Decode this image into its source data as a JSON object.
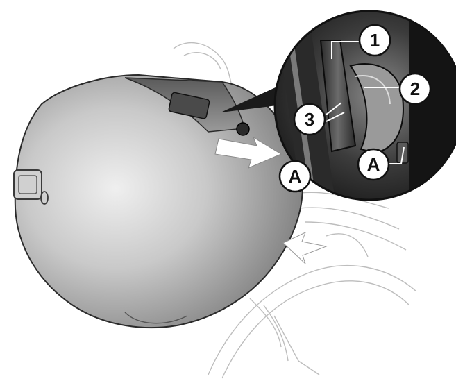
{
  "callouts": {
    "one": "1",
    "two": "2",
    "three": "3",
    "a_main": "A",
    "a_detail": "A"
  },
  "colors": {
    "case_dark": "#6e6e6e",
    "case_light": "#d9d9d9",
    "line": "#1a1a1a",
    "detail_bg": "#3a3a3a"
  }
}
